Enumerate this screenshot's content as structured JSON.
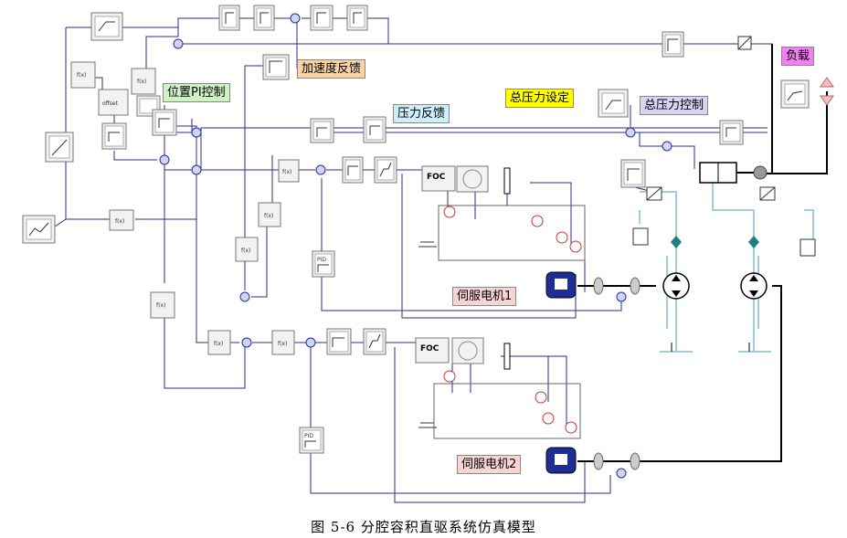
{
  "labels": {
    "accel_feedback": "加速度反馈",
    "position_pi": "位置PI控制",
    "pressure_feedback": "压力反馈",
    "total_pressure_setting": "总压力设定",
    "total_pressure_control": "总压力控制",
    "load": "负载",
    "servo_motor_1": "伺服电机1",
    "servo_motor_2": "伺服电机2"
  },
  "blocks": {
    "foc": "FOC",
    "fx": "f(x)",
    "offset": "offset",
    "pid": "PID"
  },
  "caption": "图  5-6  分腔容积直驱系统仿真模型",
  "colors": {
    "accel_feedback_bg": "#f7d4a8",
    "position_pi_bg": "#cff3c6",
    "pressure_feedback_bg": "#cdeffa",
    "total_pressure_setting_bg": "#ffff00",
    "total_pressure_control_bg": "#d9d4f3",
    "load_bg": "#ee82ee",
    "servo_motor_bg": "#f8d4d4",
    "signal_line": "#2b2b8f",
    "hydraulic_line": "#7fbfd0"
  }
}
